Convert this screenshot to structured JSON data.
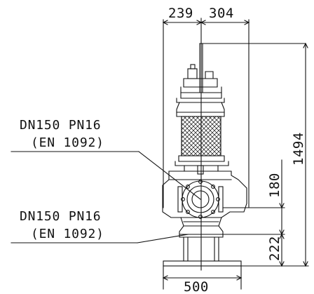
{
  "dimensions": {
    "top_left": "239",
    "top_right": "304",
    "total_height": "1494",
    "outlet_height": "180",
    "inlet_height": "222",
    "base_width": "500"
  },
  "labels": {
    "discharge": {
      "line1": "DN150  PN16",
      "line2": "(EN  1092)"
    },
    "inlet": {
      "line1": "DN150  PN16",
      "line2": "(EN  1092)"
    }
  },
  "colors": {
    "line": "#111111",
    "background": "#ffffff"
  }
}
